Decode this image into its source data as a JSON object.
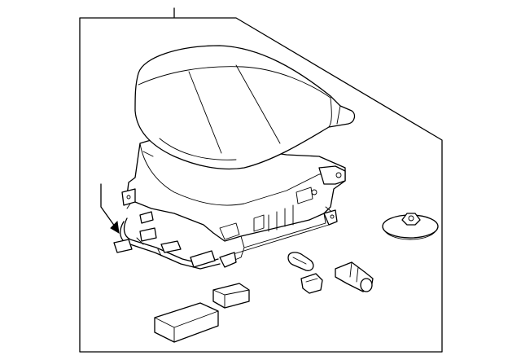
{
  "diagram": {
    "parts": [
      {
        "name": "seat-cushion-pad"
      },
      {
        "name": "seat-frame"
      },
      {
        "name": "wire-harness"
      },
      {
        "name": "cover-panel"
      },
      {
        "name": "module"
      },
      {
        "name": "grommet"
      },
      {
        "name": "clip"
      },
      {
        "name": "connector"
      },
      {
        "name": "knob"
      }
    ]
  }
}
